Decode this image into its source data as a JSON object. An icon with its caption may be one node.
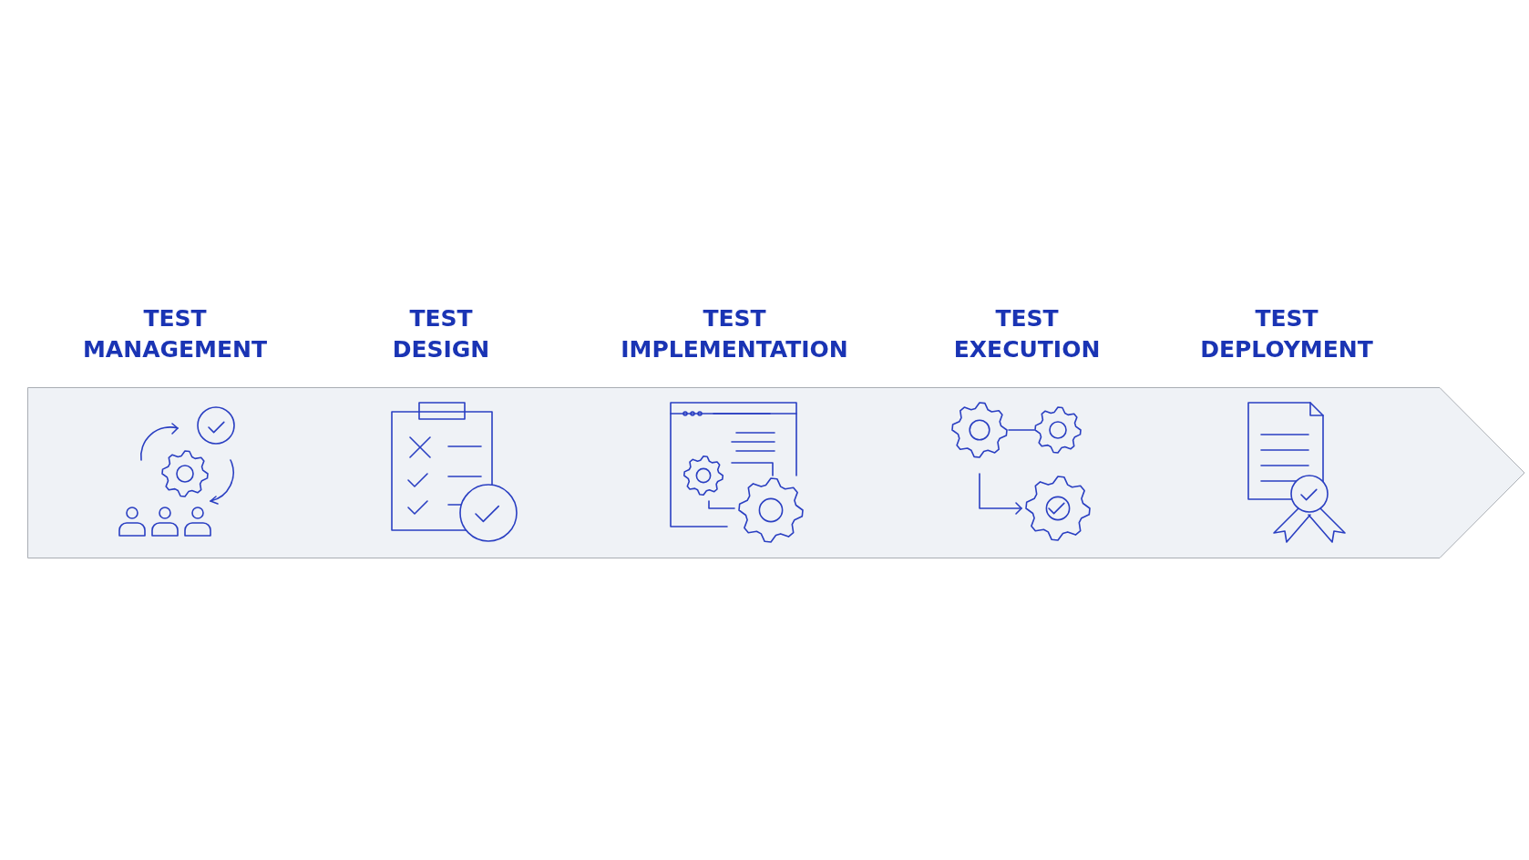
{
  "diagram": {
    "labels": [
      "TEST MANAGEMENT",
      "TEST DESIGN",
      "TEST IMPLEMENTATION",
      "TEST EXECUTION",
      "TEST DEPLOYMENT"
    ]
  }
}
